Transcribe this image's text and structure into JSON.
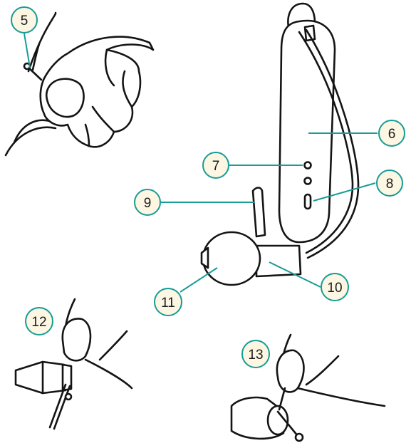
{
  "callouts": [
    "5",
    "6",
    "7",
    "8",
    "9",
    "10",
    "11",
    "12",
    "13"
  ],
  "colors": {
    "accent": "#179c96",
    "bubble_fill": "#fdf6e3",
    "ink": "#141414",
    "background": "#ffffff"
  }
}
